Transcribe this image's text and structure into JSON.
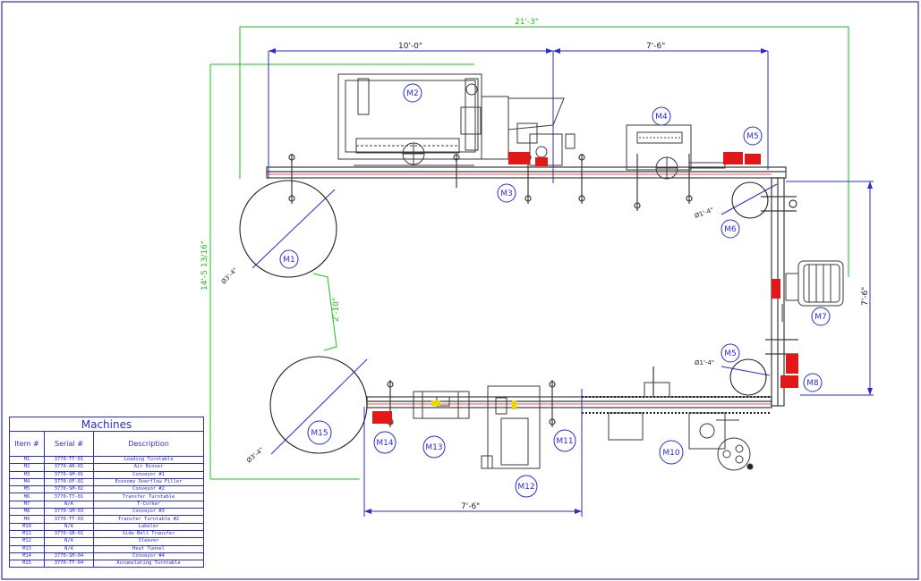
{
  "dimensions": {
    "overall_width": "21'-3\"",
    "left_run": "10'-0\"",
    "right_run": "7'-6\"",
    "left_height": "14'-5 13/16\"",
    "right_height": "7'-6\"",
    "bottom_run": "7'-6\"",
    "gap_vertical": "2'-10\"",
    "dia_m1": "Ø3'-4\"",
    "dia_m15": "Ø3'-4\"",
    "dia_m6": "Ø1'-4\"",
    "dia_m9": "Ø1'-4\""
  },
  "machine_labels": {
    "m1": "M1",
    "m2": "M2",
    "m3": "M3",
    "m4": "M4",
    "m5a": "M5",
    "m6": "M6",
    "m7": "M7",
    "m5b": "M5",
    "m8": "M8",
    "m10": "M10",
    "m11": "M11",
    "m12": "M12",
    "m13": "M13",
    "m14": "M14",
    "m15": "M15"
  },
  "colors": {
    "dimension_green": "#19c019",
    "dimension_blue": "#2b2bd0",
    "drawing_line": "#3a3a3a",
    "highlight_red": "#e01818",
    "highlight_yellow": "#e8d800"
  },
  "machines_table": {
    "title": "Machines",
    "columns": [
      "Item #",
      "Serial #",
      "Description"
    ],
    "rows": [
      {
        "item": "M1",
        "serial": "3770-TT-01",
        "description": "Loading Turntable"
      },
      {
        "item": "M2",
        "serial": "3770-AR-01",
        "description": "Air Rinser"
      },
      {
        "item": "M3",
        "serial": "3770-SM-01",
        "description": "Conveyor #1"
      },
      {
        "item": "M4",
        "serial": "3770-OF-01",
        "description": "Economy Overflow Filler"
      },
      {
        "item": "M5",
        "serial": "3770-SM-02",
        "description": "Conveyor #2"
      },
      {
        "item": "M6",
        "serial": "3770-TT-01",
        "description": "Transfer Turntable"
      },
      {
        "item": "M7",
        "serial": "N/A",
        "description": "T-Corker"
      },
      {
        "item": "M8",
        "serial": "3770-SM-03",
        "description": "Conveyor #3"
      },
      {
        "item": "M9",
        "serial": "3770-TT-03",
        "description": "Transfer Turntable #2"
      },
      {
        "item": "M10",
        "serial": "N/A",
        "description": "Labeler"
      },
      {
        "item": "M11",
        "serial": "3770-SB-01",
        "description": "Side Belt Transfer"
      },
      {
        "item": "M12",
        "serial": "N/A",
        "description": "Sleever"
      },
      {
        "item": "M13",
        "serial": "N/A",
        "description": "Heat Tunnel"
      },
      {
        "item": "M14",
        "serial": "3770-SM-04",
        "description": "Conveyor #4"
      },
      {
        "item": "M15",
        "serial": "3770-TT-04",
        "description": "Accumulating Turntable"
      }
    ]
  }
}
